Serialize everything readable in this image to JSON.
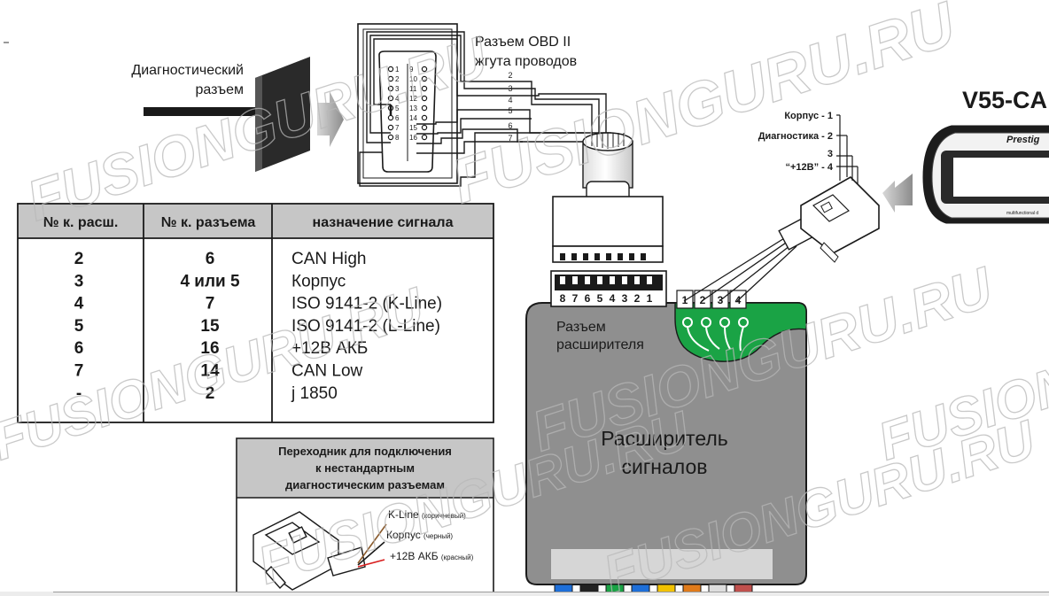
{
  "labels": {
    "diag_connector": [
      "Диагностический",
      "разъем"
    ],
    "obd_connector": [
      "Разъем OBD II",
      "жгута проводов"
    ],
    "device_title": "V55-CA",
    "device_brand": "Prestig",
    "device_sub": "multifunctional d",
    "expander_connector": [
      "Разъем",
      "расширителя"
    ],
    "expander_name": [
      "Расширитель",
      "сигналов"
    ]
  },
  "obd_pins_left": [
    "1",
    "2",
    "3",
    "4",
    "5",
    "6",
    "7",
    "8"
  ],
  "obd_pins_right": [
    "9",
    "10",
    "11",
    "12",
    "13",
    "14",
    "15",
    "16"
  ],
  "wire_numbers": [
    "2",
    "3",
    "4",
    "5",
    "6",
    "7"
  ],
  "rj_pins": [
    "8",
    "7",
    "6",
    "5",
    "4",
    "3",
    "2",
    "1"
  ],
  "expander_pins": [
    "1",
    "2",
    "3",
    "4"
  ],
  "device_pins": [
    {
      "label": "Корпус - 1"
    },
    {
      "label": "Диагностика - 2"
    },
    {
      "label": "3"
    },
    {
      "label": "“+12В” - 4"
    }
  ],
  "table": {
    "headers": [
      "№ к. расш.",
      "№ к. разъема",
      "назначение сигнала"
    ],
    "rows": [
      [
        "2",
        "6",
        "CAN High"
      ],
      [
        "3",
        "4 или 5",
        "Корпус"
      ],
      [
        "4",
        "7",
        "ISO 9141-2 (K-Line)"
      ],
      [
        "5",
        "15",
        "ISO 9141-2 (L-Line)"
      ],
      [
        "6",
        "16",
        "+12В АКБ"
      ],
      [
        "7",
        "14",
        "CAN Low"
      ],
      [
        "-",
        "2",
        "j 1850"
      ]
    ]
  },
  "adapter": {
    "title": [
      "Переходник для подключения",
      "к нестандартным",
      "диагностическим разъемам"
    ],
    "wires": [
      {
        "name": "K-Line",
        "note": "(коричневый)"
      },
      {
        "name": "Корпус",
        "note": "(черный)"
      },
      {
        "name": "+12В АКБ",
        "note": "(красный)"
      }
    ]
  },
  "watermark": "FUSIONGURU.RU",
  "colors": {
    "expander_body": "#8f8f8f",
    "expander_board": "#1aa345",
    "wire_red": "#d81e1e",
    "wire_brown": "#8a5a2b",
    "bottom_leds": [
      "#1e6fd9",
      "#222222",
      "#1aa345",
      "#1e6fd9",
      "#f2c200",
      "#e07b1a",
      "#dddddd",
      "#c0504d"
    ]
  }
}
